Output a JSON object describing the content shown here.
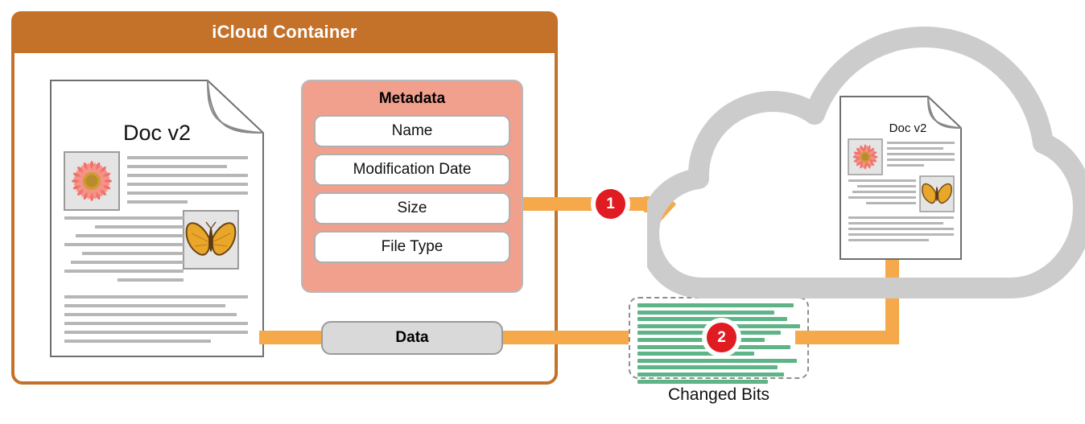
{
  "container": {
    "title": "iCloud Container"
  },
  "local_document": {
    "title": "Doc v2",
    "images": [
      "flower-image",
      "butterfly-image"
    ]
  },
  "cloud_document": {
    "title": "Doc v2",
    "images": [
      "flower-image",
      "butterfly-image"
    ]
  },
  "metadata": {
    "title": "Metadata",
    "items": [
      {
        "label": "Name"
      },
      {
        "label": "Modification Date"
      },
      {
        "label": "Size"
      },
      {
        "label": "File Type"
      }
    ]
  },
  "data_pill": {
    "label": "Data"
  },
  "changed_bits": {
    "caption": "Changed Bits",
    "line_widths": [
      96,
      84,
      92,
      100,
      88,
      78,
      94,
      72,
      98,
      86,
      90,
      80
    ]
  },
  "steps": [
    {
      "number": "1",
      "name": "metadata-upload"
    },
    {
      "number": "2",
      "name": "changed-bits-upload"
    }
  ],
  "colors": {
    "container_border": "#c4712a",
    "container_header": "#c4712a",
    "metadata_panel": "#f0a08c",
    "flow_arrow": "#f5a94b",
    "badge": "#e01b22",
    "cloud_stroke": "#cccccc",
    "changed_bits_line": "#5fb487",
    "data_pill": "#d9d9d9"
  }
}
